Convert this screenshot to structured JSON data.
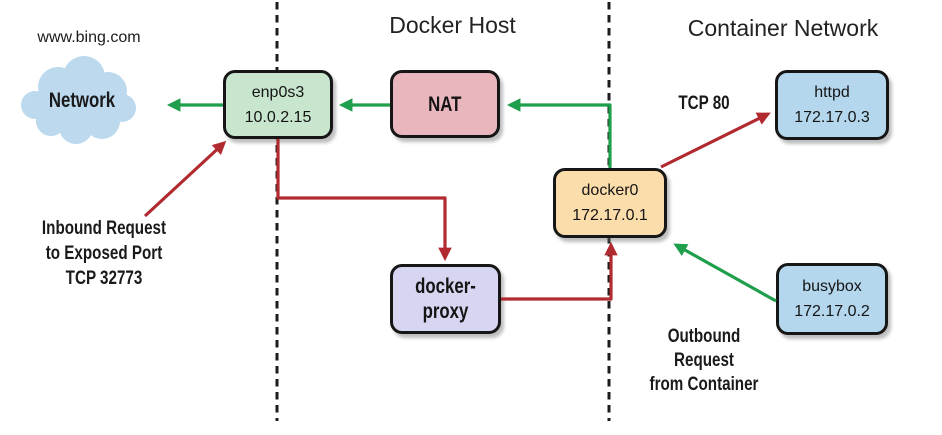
{
  "diagram": {
    "titles": {
      "docker_host": "Docker Host",
      "container_network": "Container Network"
    },
    "cloud": {
      "caption": "www.bing.com",
      "label": "Network"
    },
    "nodes": {
      "enp0s3": {
        "name": "enp0s3",
        "ip": "10.0.2.15"
      },
      "nat": {
        "name": "NAT"
      },
      "httpd": {
        "name": "httpd",
        "ip": "172.17.0.3"
      },
      "docker0": {
        "name": "docker0",
        "ip": "172.17.0.1"
      },
      "busybox": {
        "name": "busybox",
        "ip": "172.17.0.2"
      },
      "docker_proxy": {
        "name": "docker-proxy"
      }
    },
    "annotations": {
      "tcp80": "TCP 80",
      "inbound": {
        "line1": "Inbound Request",
        "line2": "to Exposed Port",
        "line3": "TCP 32773"
      },
      "outbound": {
        "line1": "Outbound",
        "line2": "Request",
        "line3": "from Container"
      }
    },
    "colors": {
      "green_arrow": "#1f9e4b",
      "red_arrow": "#b02a30",
      "dashed_line": "#1c1c1c",
      "enp0s3_fill": "#c8e6ce",
      "nat_fill": "#eab6be",
      "docker0_fill": "#fbdcab",
      "container_fill": "#b5d7ee",
      "docker_proxy_fill": "#d6d6f2",
      "cloud_fill": "#bcd9ee",
      "box_border": "#161616"
    }
  }
}
